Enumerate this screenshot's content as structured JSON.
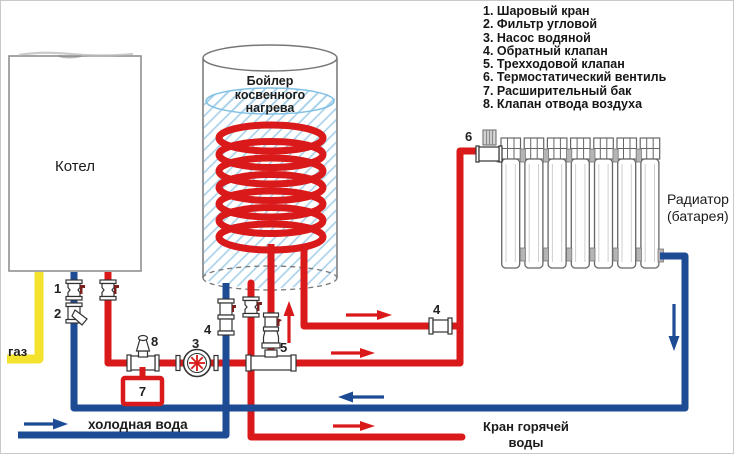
{
  "legend": {
    "items": [
      "1. Шаровый кран",
      "2. Фильтр угловой",
      "3. Насос водяной",
      "4. Обратный клапан",
      "5. Трехходовой клапан",
      "6. Термостатический вентиль",
      "7. Расширительный бак",
      "8. Клапан отвода воздуха"
    ]
  },
  "labels": {
    "boiler": "Котел",
    "tank": [
      "Бойлер",
      "косвенного",
      "нагрева"
    ],
    "radiator": [
      "Радиатор",
      "(батарея)"
    ],
    "gas": "газ",
    "cold_water": "холодная вода",
    "hot_tap": [
      "Кран горячей",
      "воды"
    ]
  },
  "markers": {
    "m1": "1",
    "m2": "2",
    "m3": "3",
    "m4a": "4",
    "m4b": "4",
    "m5": "5",
    "m6": "6",
    "m7": "7",
    "m8": "8"
  },
  "colors": {
    "red": "#da1a1a",
    "blue": "#1d4b94",
    "yellow": "#f3e32e",
    "water": "#a6d0ea",
    "outline": "#666666"
  }
}
